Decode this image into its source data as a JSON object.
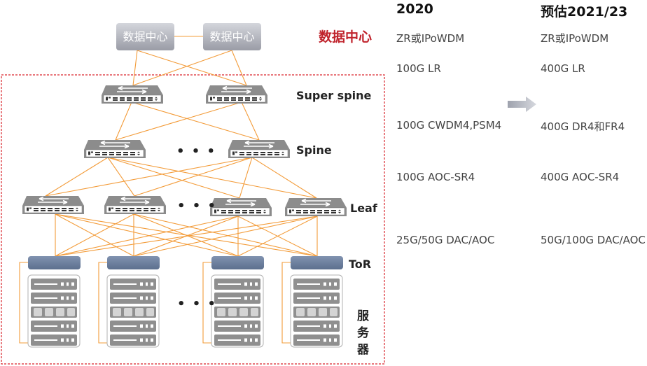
{
  "diagram": {
    "datacenter_nodes": [
      "数据中心",
      "数据中心"
    ],
    "datacenter_title": "数据中心",
    "levels": {
      "super_spine": "Super spine",
      "spine": "Spine",
      "leaf": "Leaf",
      "tor": "ToR",
      "server": "服务器"
    },
    "ellipsis": "• • •",
    "colors": {
      "link": "#f39c3a",
      "boundary": "#d9232a",
      "datacenter_title": "#c0232c",
      "switch": "#8a8a8a",
      "tor": "#6b80a0"
    }
  },
  "table": {
    "columns": [
      "2020",
      "预估2021/23"
    ],
    "rows": [
      {
        "tier": "data-center-interconnect",
        "y2020": "ZR或IPoWDM",
        "y2021_23": "ZR或IPoWDM"
      },
      {
        "tier": "super-spine",
        "y2020": "100G LR",
        "y2021_23": "400G LR"
      },
      {
        "tier": "spine",
        "y2020": "100G CWDM4,PSM4",
        "y2021_23": "400G DR4和FR4"
      },
      {
        "tier": "leaf",
        "y2020": "100G AOC-SR4",
        "y2021_23": "400G AOC-SR4"
      },
      {
        "tier": "tor",
        "y2020": "25G/50G DAC/AOC",
        "y2021_23": "50G/100G DAC/AOC"
      }
    ],
    "arrow_icon": "right-arrow-icon"
  }
}
